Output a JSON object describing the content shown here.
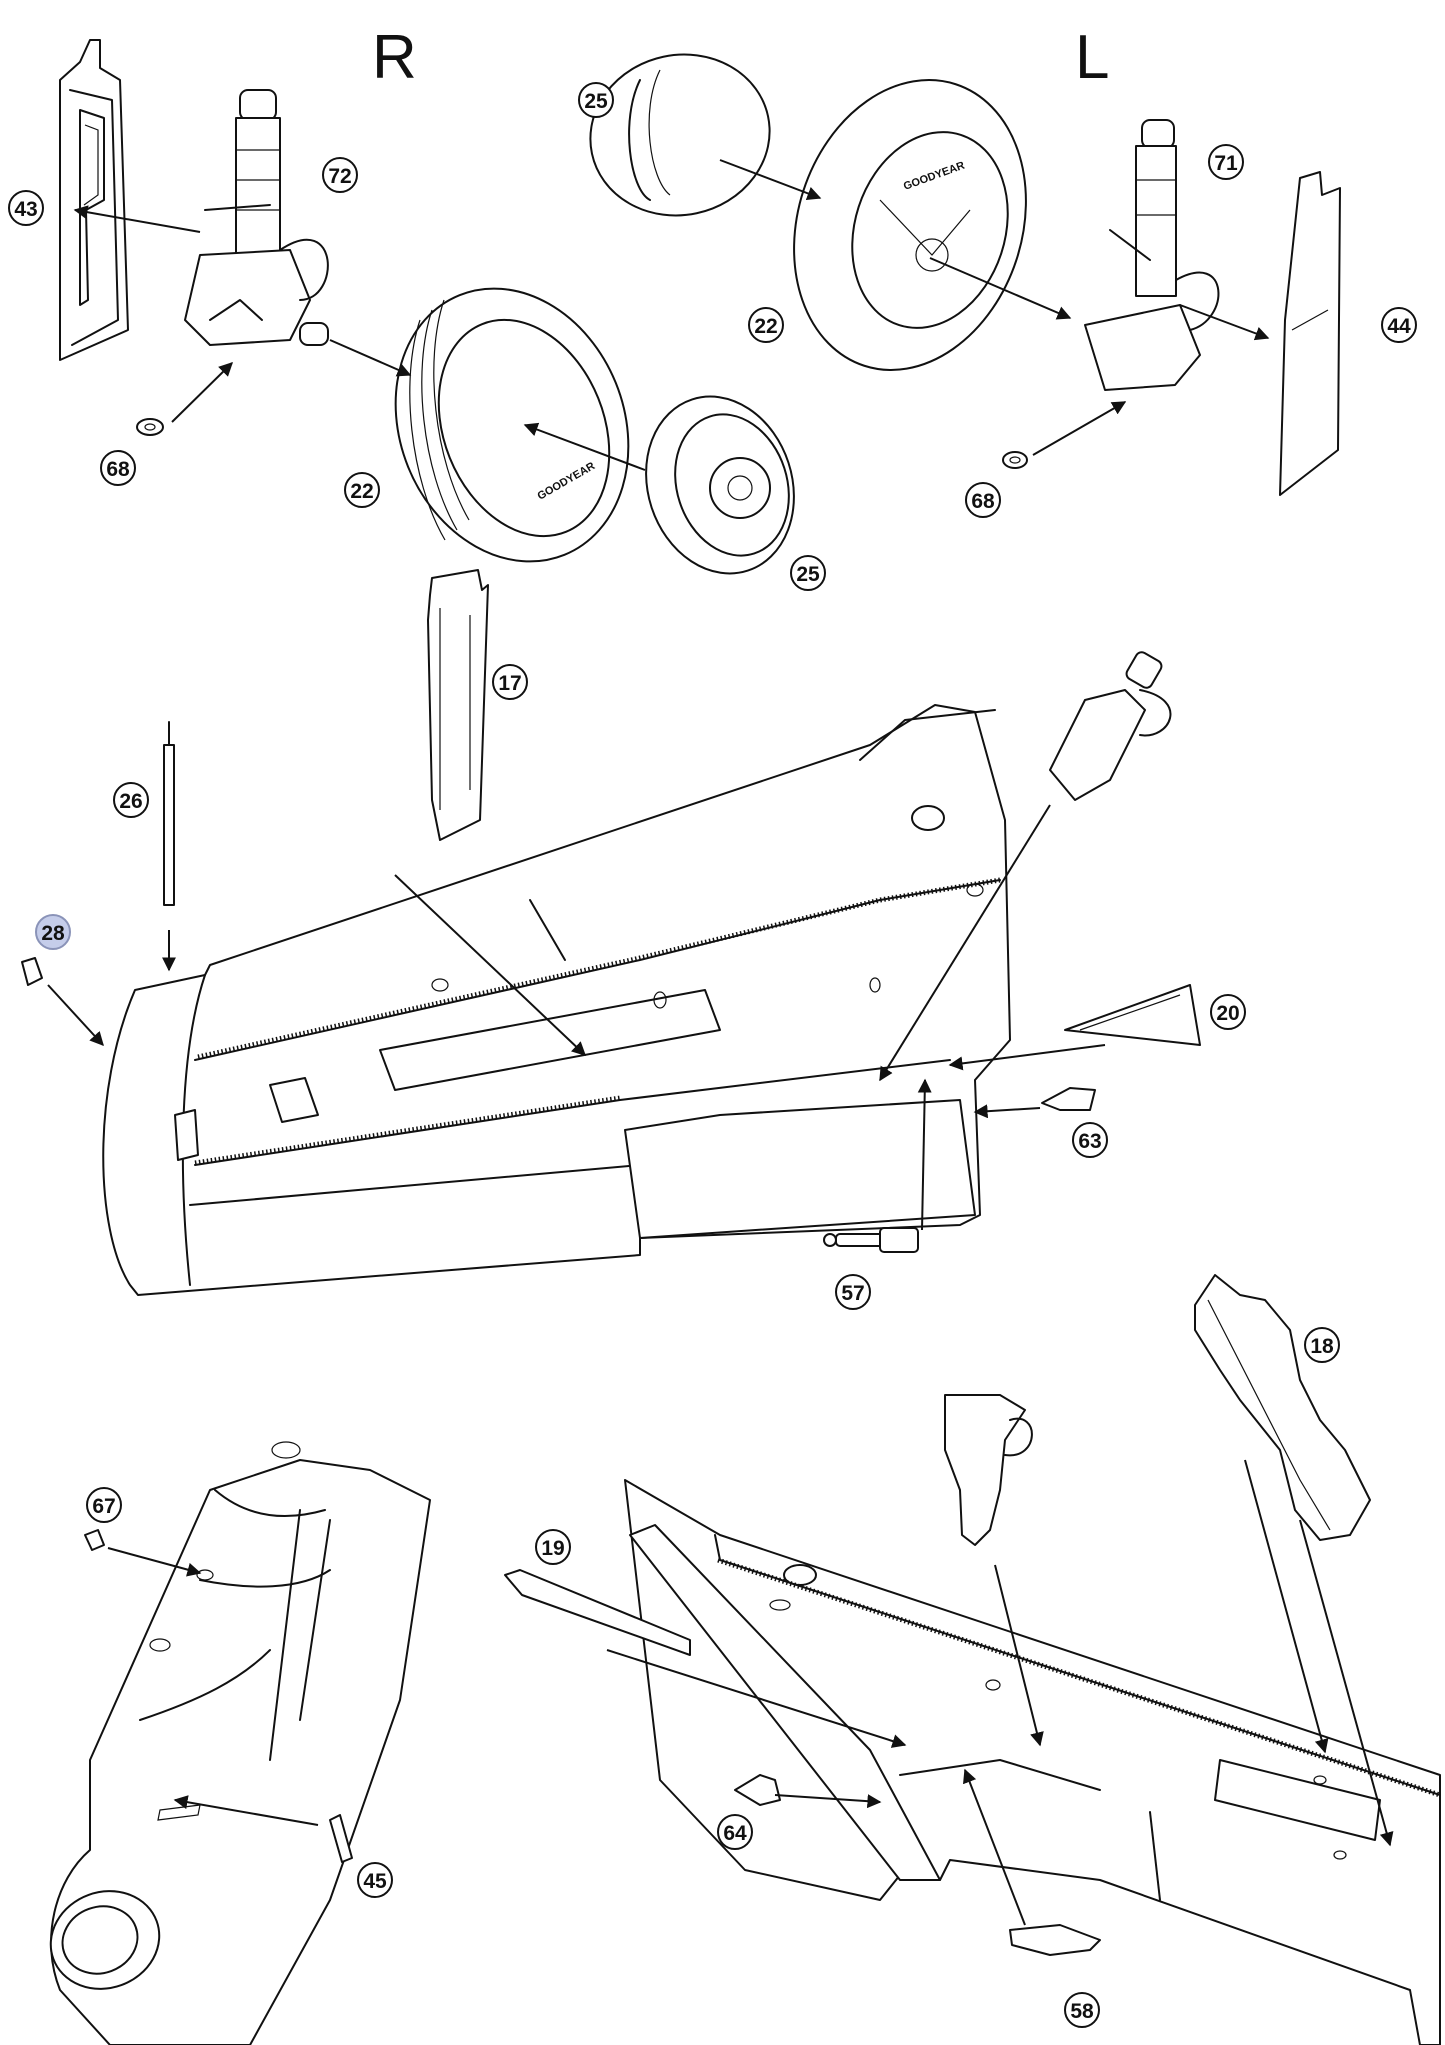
{
  "sides": {
    "right": "R",
    "left": "L"
  },
  "parts": [
    {
      "id": "p43",
      "label": "43"
    },
    {
      "id": "p72",
      "label": "72"
    },
    {
      "id": "p68r",
      "label": "68"
    },
    {
      "id": "p22r",
      "label": "22"
    },
    {
      "id": "p25r",
      "label": "25"
    },
    {
      "id": "p25l",
      "label": "25"
    },
    {
      "id": "p22l",
      "label": "22"
    },
    {
      "id": "p71",
      "label": "71"
    },
    {
      "id": "p44",
      "label": "44"
    },
    {
      "id": "p68l",
      "label": "68"
    },
    {
      "id": "p17",
      "label": "17"
    },
    {
      "id": "p26",
      "label": "26"
    },
    {
      "id": "p28",
      "label": "28"
    },
    {
      "id": "p20",
      "label": "20"
    },
    {
      "id": "p63",
      "label": "63"
    },
    {
      "id": "p57",
      "label": "57"
    },
    {
      "id": "p18",
      "label": "18"
    },
    {
      "id": "p67",
      "label": "67"
    },
    {
      "id": "p19",
      "label": "19"
    },
    {
      "id": "p64",
      "label": "64"
    },
    {
      "id": "p45",
      "label": "45"
    },
    {
      "id": "p58",
      "label": "58"
    }
  ],
  "tire_brand": "GOODYEAR",
  "highlight_color": "#c5cdea"
}
